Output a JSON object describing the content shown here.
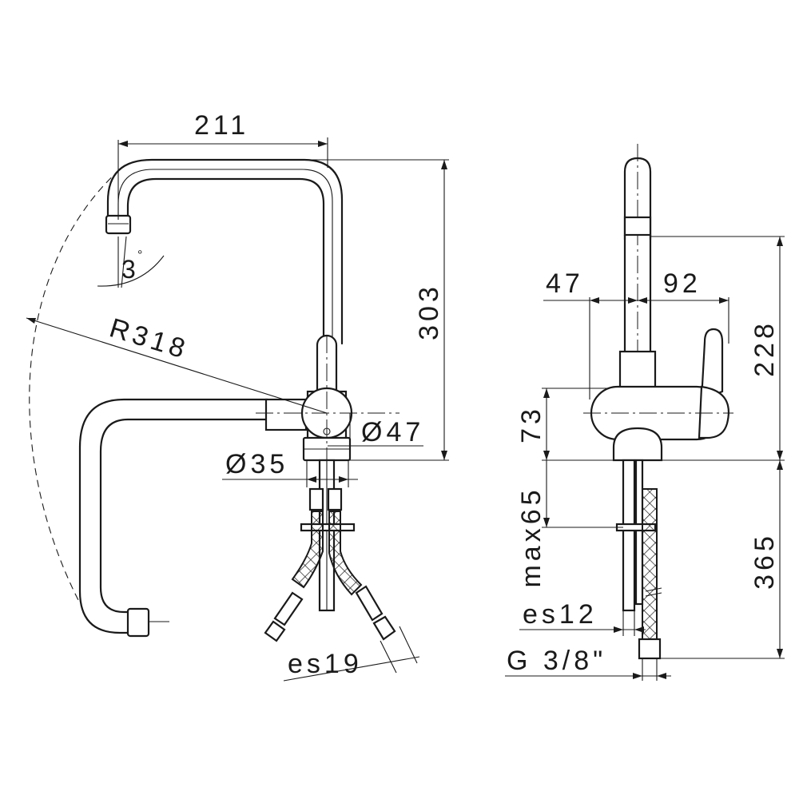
{
  "front_view": {
    "width_211": "211",
    "height_303": "303",
    "radius": "R318",
    "angle": "3",
    "degree_mark": "°",
    "dia_47": "Ø47",
    "dia_35": "Ø35",
    "hose_es19": "es19"
  },
  "side_view": {
    "dim_47": "47",
    "dim_92": "92",
    "dim_228": "228",
    "dim_73": "73",
    "max65": "max65",
    "dim_365": "365",
    "hose_es12": "es12",
    "thread": "G 3/8\""
  }
}
